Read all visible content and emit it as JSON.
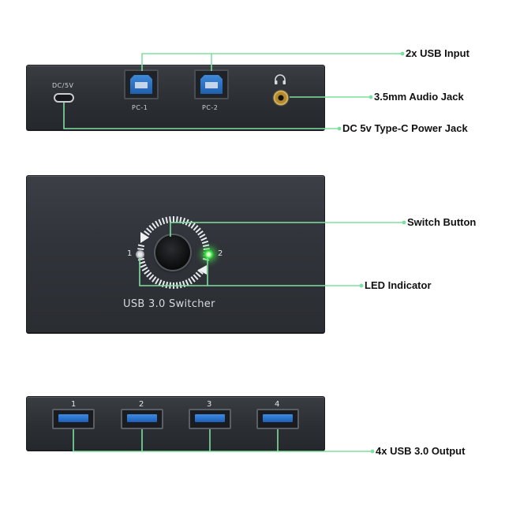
{
  "labels": {
    "usb_input": "2x USB Input",
    "audio_jack": "3.5mm Audio Jack",
    "power_jack": "DC 5v Type-C Power Jack",
    "switch_button": "Switch Button",
    "led_indicator": "LED Indicator",
    "usb_output": "4x USB 3.0 Output"
  },
  "silkscreen": {
    "dc": "DC/5V",
    "pc1": "PC-1",
    "pc2": "PC-2",
    "brand": "USB 3.0 Switcher",
    "switch_1": "1",
    "switch_2": "2",
    "ports": [
      "1",
      "2",
      "3",
      "4"
    ]
  },
  "colors": {
    "callout_line": "#7ee0a0",
    "device_body": "#2e3136",
    "usb_blue": "#2a6fc4",
    "led_green": "#46e24a"
  },
  "icons": {
    "headphone": "headphone-icon"
  }
}
